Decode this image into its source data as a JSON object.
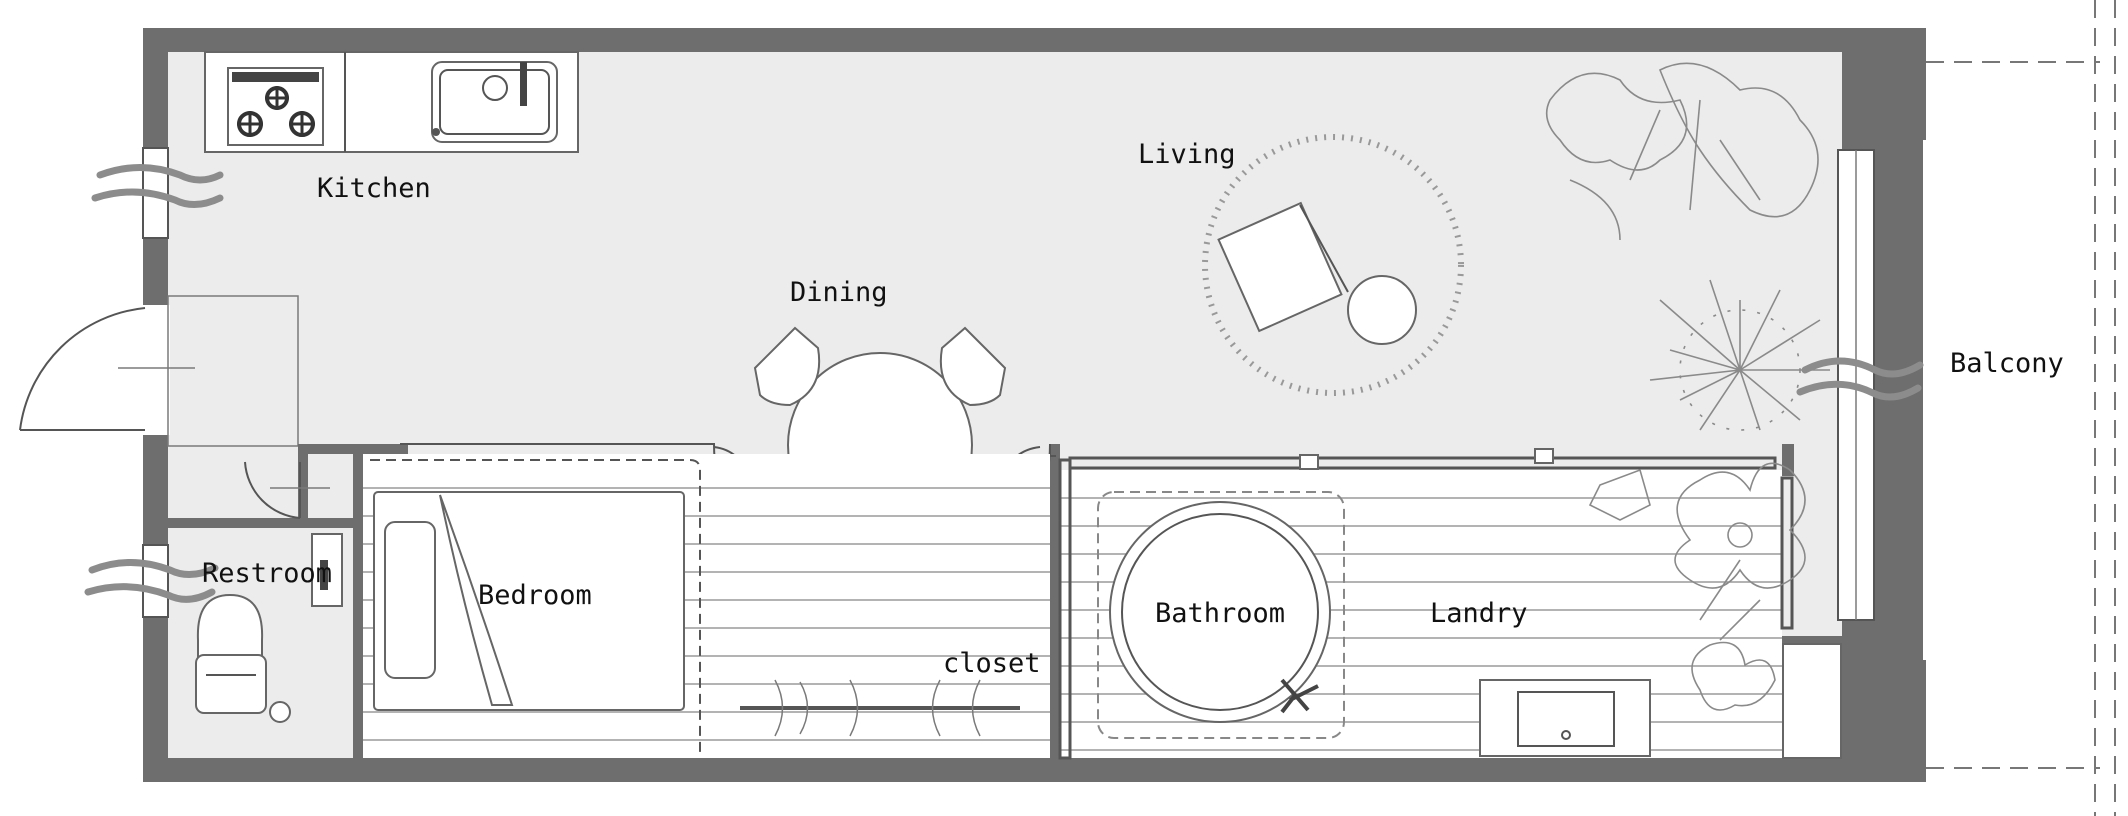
{
  "labels": {
    "kitchen": "Kitchen",
    "living": "Living",
    "dining": "Dining",
    "balcony": "Balcony",
    "restroom": "Restroom",
    "bedroom": "Bedroom",
    "bathroom": "Bathroom",
    "landry": "Landry",
    "closet": "closet"
  },
  "icons": {
    "stove": "stove-icon",
    "sink": "sink-icon",
    "toilet": "toilet-icon",
    "plant": "plant-icon",
    "wind": "wind-icon",
    "door": "door-icon"
  },
  "colors": {
    "wall": "#6e6e6e",
    "floor": "#ececec",
    "line": "#555555"
  }
}
